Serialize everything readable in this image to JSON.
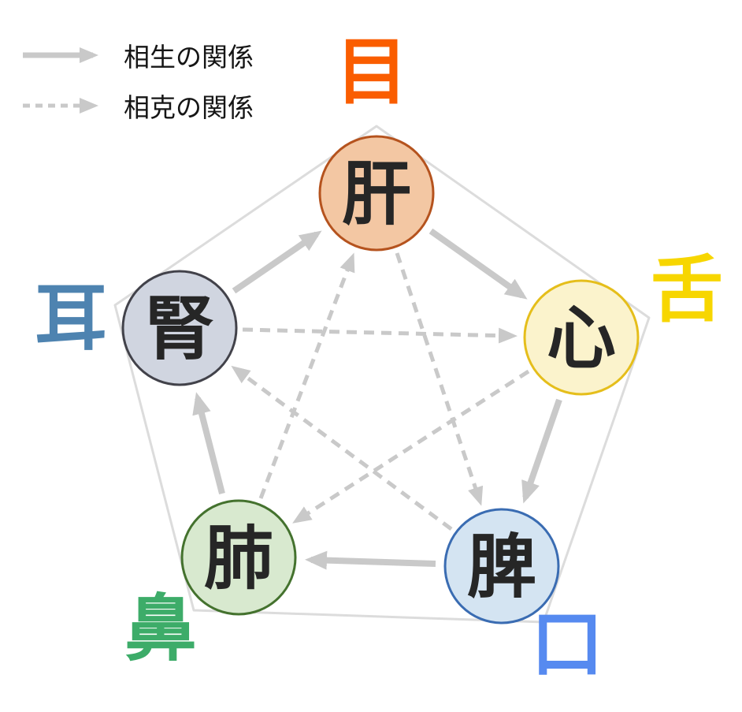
{
  "legend": {
    "generating": "相生の関係",
    "overcoming": "相克の関係"
  },
  "organs": [
    {
      "name": "liver",
      "label": "肝",
      "sense": "目",
      "circle_fill": "#f3c7a3",
      "circle_border": "#b5531e",
      "sense_color": "#fa5d00"
    },
    {
      "name": "heart",
      "label": "心",
      "sense": "舌",
      "circle_fill": "#fbf3cc",
      "circle_border": "#e5be1b",
      "sense_color": "#f7d600"
    },
    {
      "name": "spleen",
      "label": "脾",
      "sense": "口",
      "circle_fill": "#d4e4f2",
      "circle_border": "#3a6cb2",
      "sense_color": "#568af0"
    },
    {
      "name": "lung",
      "label": "肺",
      "sense": "鼻",
      "circle_fill": "#d8e9cf",
      "circle_border": "#44722e",
      "sense_color": "#3dac69"
    },
    {
      "name": "kidney",
      "label": "腎",
      "sense": "耳",
      "circle_fill": "#d0d5e0",
      "circle_border": "#42424a",
      "sense_color": "#4e83b0"
    }
  ],
  "relations": {
    "generating_cycle": [
      "肝→心",
      "心→脾",
      "脾→肺",
      "肺→腎",
      "腎→肝"
    ],
    "overcoming_cycle": [
      "肝→脾",
      "心→肺",
      "脾→腎",
      "肺→肝",
      "腎→心"
    ]
  },
  "colors": {
    "arrow": "#c9c9c9",
    "pentagon_outline": "#dcdcdc",
    "organ_text": "#262626"
  }
}
